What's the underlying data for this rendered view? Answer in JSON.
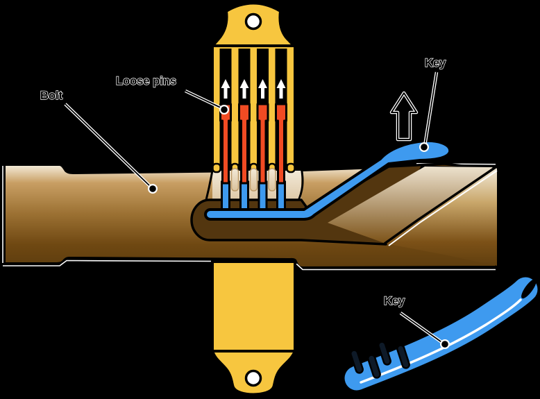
{
  "diagram": {
    "title": "Lock mechanism with loose pins, bolt and key",
    "labels": {
      "bolt": "Bolt",
      "loose_pins": "Loose pins",
      "key_inserted": "Key",
      "key_removed": "Key"
    },
    "parts": {
      "lock_body": "yellow pin housing with mounting tabs and screw holes",
      "bolt": "horizontal sliding bolt",
      "loose_pins": "four loose pins lifted by the key",
      "key_inserted": "key inserted under the pins",
      "key_removed": "separate key with four pegs",
      "motion_arrows": "white arrows show pins pushed up; outlined arrow shows key lift direction"
    },
    "colors": {
      "background": "#000000",
      "outline": "#000000",
      "lock_body": "#F7C63F",
      "pin_orange": "#F14B23",
      "key_blue": "#3E9AEF",
      "bolt_light": "#F6EFDF",
      "bolt_tan": "#C89E63",
      "bolt_mid": "#9C7133",
      "bolt_dark": "#5E3D0E",
      "keyway_dark": "#53360F",
      "hole_light": "#F2E9D8",
      "hole_tan": "#D9C09A",
      "halo_white": "#FFFFFF",
      "label_text": "#000000",
      "screw_hole": "#FFFFFF",
      "peg_dark": "#0E1A28"
    }
  }
}
